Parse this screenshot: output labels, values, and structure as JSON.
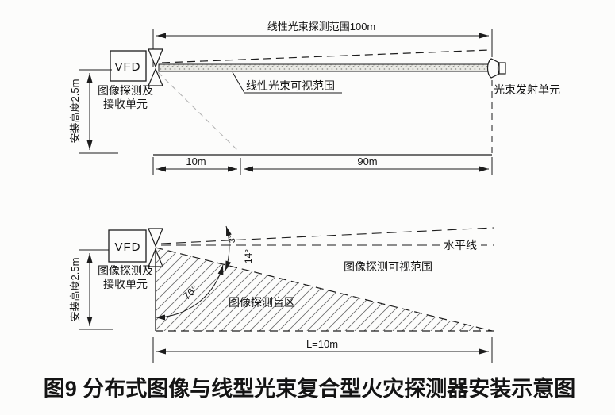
{
  "caption": "图9  分布式图像与线型光束复合型火灾探测器安装示意图",
  "colors": {
    "paper": "#fcfcfb",
    "line": "#1c1c1c",
    "faint_dash": "#b3b3b3",
    "hatch": "#6a6a6a"
  },
  "top_diagram": {
    "beam_range_label": "线性光束探测范围100m",
    "device_name": "VFD",
    "device_label_line1": "图像探测及",
    "device_label_line2": "接收单元",
    "mount_height_label": "安装高度2.5m",
    "beam_visible_label": "线性光束可视范围",
    "emitter_label": "光束发射单元",
    "dim_left": "10m",
    "dim_right": "90m"
  },
  "bottom_diagram": {
    "device_name": "VFD",
    "device_label_line1": "图像探测及",
    "device_label_line2": "接收单元",
    "mount_height_label": "安装高度2.5m",
    "horizon_label": "水平线",
    "camera_visible_label": "图像探测可视范围",
    "blind_zone_label": "图像探测盲区",
    "angle_above_horizon": "3°",
    "angle_below_horizon": "14°",
    "angle_at_wall": "76°",
    "dim_length": "L=10m"
  }
}
